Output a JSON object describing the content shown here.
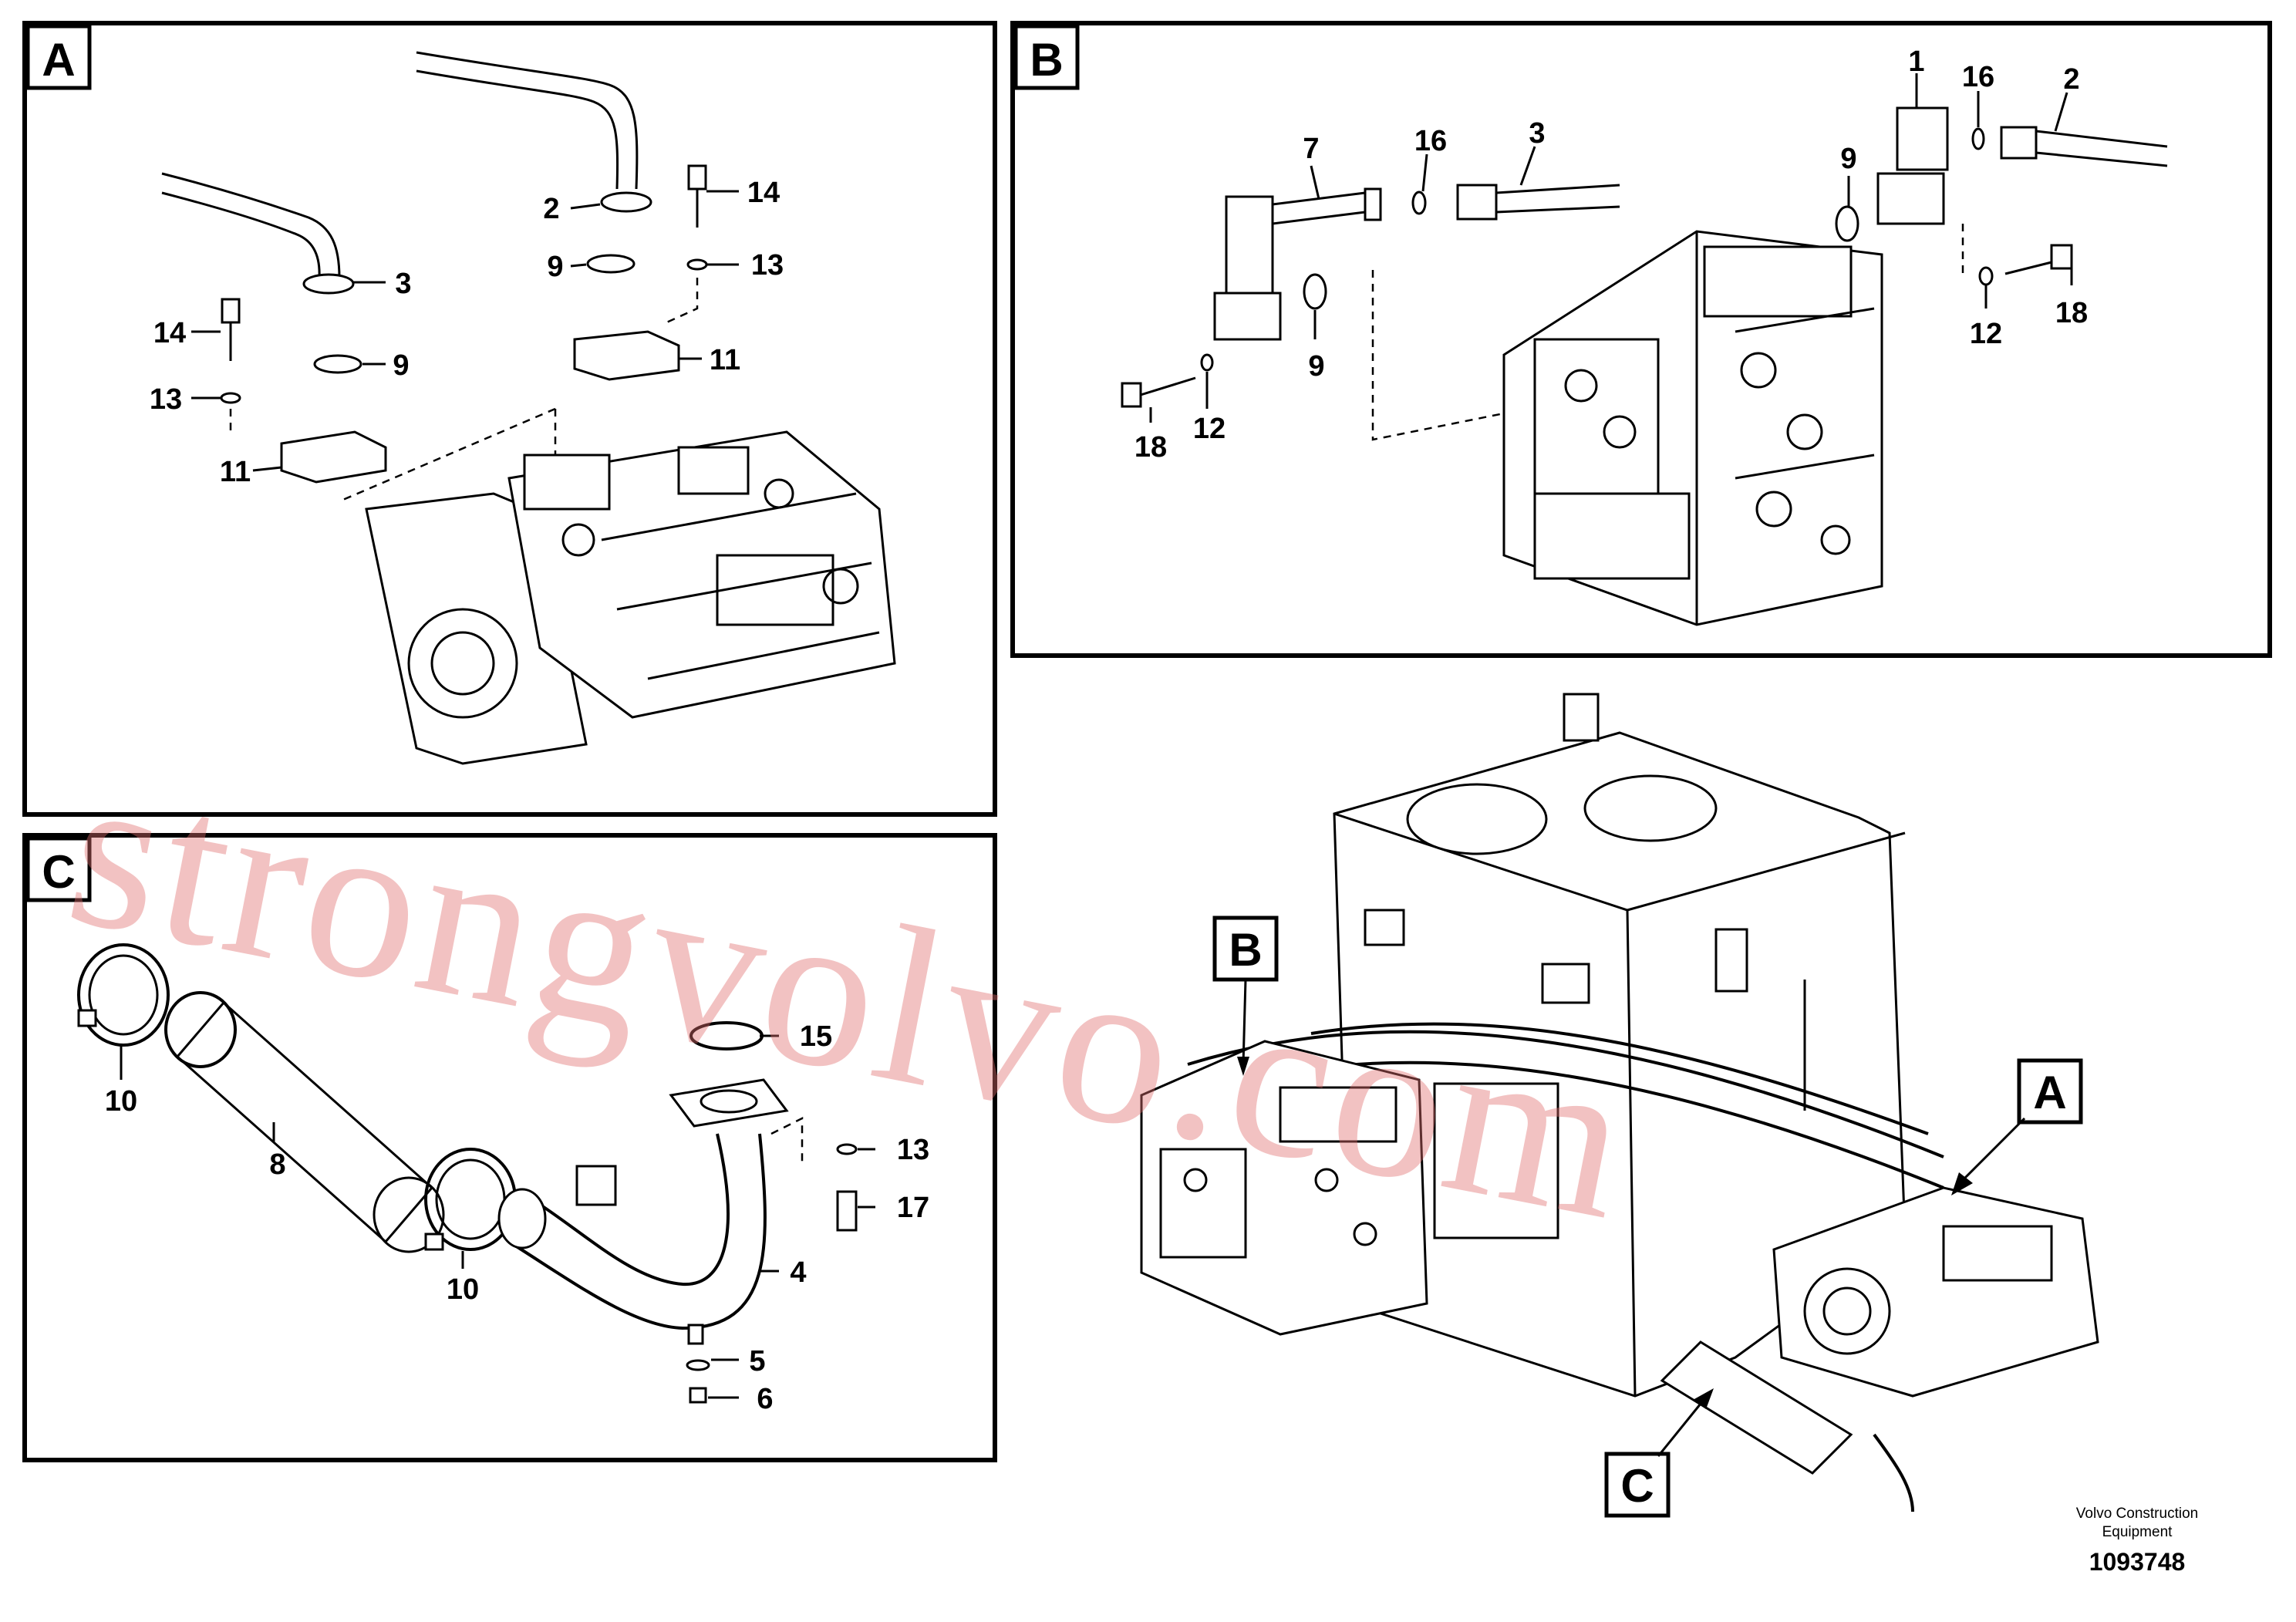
{
  "panels": {
    "A": {
      "letter": "A",
      "callouts": [
        "2",
        "14",
        "9",
        "13",
        "3",
        "14",
        "9",
        "13",
        "11",
        "11"
      ]
    },
    "B": {
      "letter": "B",
      "callouts": [
        "1",
        "16",
        "2",
        "7",
        "16",
        "3",
        "9",
        "9",
        "12",
        "18",
        "18",
        "12"
      ]
    },
    "C": {
      "letter": "C",
      "callouts": [
        "15",
        "10",
        "8",
        "13",
        "17",
        "10",
        "4",
        "5",
        "6"
      ]
    }
  },
  "overview": {
    "labels": [
      "B",
      "A",
      "C"
    ]
  },
  "watermark": "strongvolvo.com",
  "footer": {
    "line1": "Volvo Construction",
    "line2": "Equipment",
    "number": "1093748"
  }
}
